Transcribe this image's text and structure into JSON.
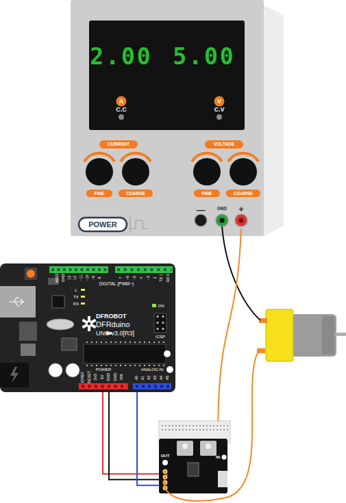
{
  "diagram": {
    "nodes": [
      {
        "text": [
          "2.00",
          "5.00",
          "A",
          "C.C",
          "V",
          "C.V",
          "CURRENT",
          "VOLTAGE",
          "FINE",
          "COARSE",
          "FINE",
          "COARSE",
          "POWER"
        ]
      },
      {
        "text": [
          "GND"
        ],
        "in": 0
      },
      {
        "text": [
          "+"
        ],
        "in": 0
      },
      {
        "text": [
          "DFROBOT",
          "DFRduino",
          "UNO v3.0[R3]"
        ]
      },
      {
        "text": [
          "OUT",
          "IN"
        ]
      }
    ],
    "edges": [
      {
        "from": 2,
        "to": 4,
        "arrow": "none"
      },
      {
        "from": 3,
        "to": 4,
        "arrow": "none"
      },
      {
        "from": 3,
        "to": 4,
        "arrow": "none"
      },
      {
        "from": 3,
        "to": 4,
        "arrow": "none"
      }
    ],
    "labels": [
      "—",
      "DIGITAL (PWM~)",
      "AREF",
      "GND",
      "13",
      "12",
      "~11",
      "~10",
      "~9",
      "8",
      "7",
      "~6",
      "~5",
      "4",
      "~3",
      "2",
      "TX 1",
      "RX 0",
      "L",
      "TX",
      "RX",
      "ON",
      "ICSP",
      "POWER",
      "IOREF",
      "RESET",
      "3V3",
      "5V",
      "GND",
      "GND",
      "VIN",
      "ANALOG IN",
      "A0",
      "A1",
      "A2",
      "A3",
      "A4",
      "A5"
    ]
  }
}
